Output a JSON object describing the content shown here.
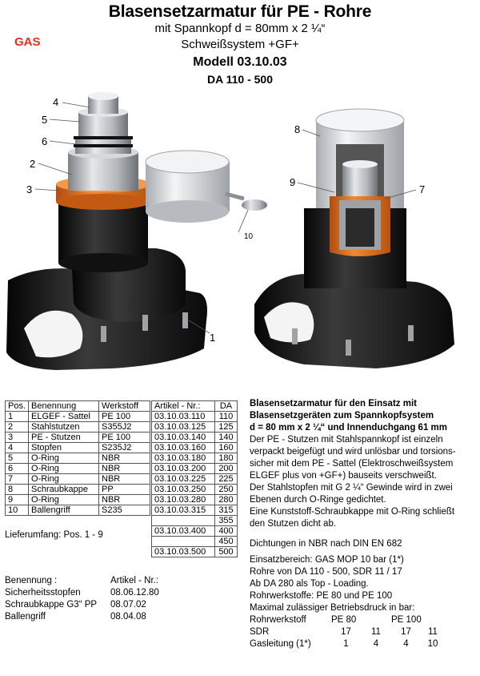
{
  "header": {
    "title": "Blasensetzarmatur für PE - Rohre",
    "subtitle1": "mit Spannkopf d = 80mm x 2 ¼“",
    "subtitle2": "Schweißsystem +GF+",
    "model": "Modell 03.10.03",
    "range": "DA 110 - 500",
    "medium": "GAS"
  },
  "callouts": {
    "c4": "4",
    "c5": "5",
    "c6": "6",
    "c2": "2",
    "c3": "3",
    "c10": "10",
    "c1": "1",
    "c8": "8",
    "c9": "9",
    "c7": "7"
  },
  "colors": {
    "gas": "#e0301e",
    "orange": "#e8741e",
    "steel": "#b8bcc0",
    "black": "#151515"
  },
  "pos_table": {
    "headers": [
      "Pos.",
      "Benennung",
      "Werkstoff"
    ],
    "rows": [
      [
        "1",
        "ELGEF - Sattel",
        "PE 100"
      ],
      [
        "2",
        "Stahlstutzen",
        "S355J2"
      ],
      [
        "3",
        "PE - Stutzen",
        "PE 100"
      ],
      [
        "4",
        "Stopfen",
        "S235J2"
      ],
      [
        "5",
        "O-Ring",
        "NBR"
      ],
      [
        "6",
        "O-Ring",
        "NBR"
      ],
      [
        "7",
        "O-Ring",
        "NBR"
      ],
      [
        "8",
        "Schraubkappe",
        "PP"
      ],
      [
        "9",
        "O-Ring",
        "NBR"
      ],
      [
        "10",
        "Ballengriff",
        "S235"
      ]
    ]
  },
  "art_table": {
    "headers": [
      "Artikel - Nr.:",
      "DA"
    ],
    "rows": [
      [
        "03.10.03.110",
        "110"
      ],
      [
        "03.10.03.125",
        "125"
      ],
      [
        "03.10.03.140",
        "140"
      ],
      [
        "03.10.03.160",
        "160"
      ],
      [
        "03.10.03.180",
        "180"
      ],
      [
        "03.10.03.200",
        "200"
      ],
      [
        "03.10.03.225",
        "225"
      ],
      [
        "03.10.03.250",
        "250"
      ],
      [
        "03.10.03.280",
        "280"
      ],
      [
        "03.10.03.315",
        "315"
      ],
      [
        "",
        "355"
      ],
      [
        "03.10.03.400",
        "400"
      ],
      [
        "",
        "450"
      ],
      [
        "03.10.03.500",
        "500"
      ]
    ]
  },
  "scope": "Lieferumfang: Pos. 1 - 9",
  "parts": {
    "header_name": "Benennung :",
    "header_art": "Artikel - Nr.:",
    "rows": [
      [
        "Sicherheitsstopfen",
        "08.06.12.80"
      ],
      [
        "Schraubkappe  G3“ PP",
        "08.07.02"
      ],
      [
        "Ballengriff",
        "08.04.08"
      ]
    ]
  },
  "description": {
    "bold_lines": [
      "Blasensetzarmatur für den Einsatz mit",
      "Blasensetzgeräten zum Spannkopfsystem",
      "d = 80 mm x 2 ¼“ und Innenduchgang 61 mm"
    ],
    "lines": [
      "Der PE - Stutzen mit Stahlspannkopf ist einzeln",
      "verpackt beigefügt und wird unlösbar und torsions-",
      "sicher mit dem PE - Sattel (Elektroschweißsystem",
      "ELGEF plus von +GF+) bauseits verschweißt.",
      "Der Stahlstopfen mit G 2 ¼“ Gewinde wird in zwei",
      "Ebenen durch O-Ringe gedichtet.",
      "Eine Kunststoff-Schraubkappe mit O-Ring schließt",
      "den Stutzen dicht ab."
    ],
    "seal": "Dichtungen in NBR nach DIN  EN 682"
  },
  "specs": {
    "lines": [
      "Einsatzbereich:  GAS   MOP 10 bar  (1*)",
      "Rohre von DA 110 - 500, SDR 11 / 17",
      "Ab DA 280 als Top - Loading.",
      "Rohrwerkstoffe:   PE 80 und PE 100",
      "Maximal zulässiger Betriebsdruck in bar:"
    ],
    "grid_header": [
      "Rohrwerkstoff",
      "PE  80",
      "PE 100"
    ],
    "grid_rows": [
      [
        "SDR",
        "17",
        "11",
        "17",
        "11"
      ],
      [
        "Gasleitung (1*)",
        "1",
        "4",
        "4",
        "10"
      ]
    ]
  }
}
